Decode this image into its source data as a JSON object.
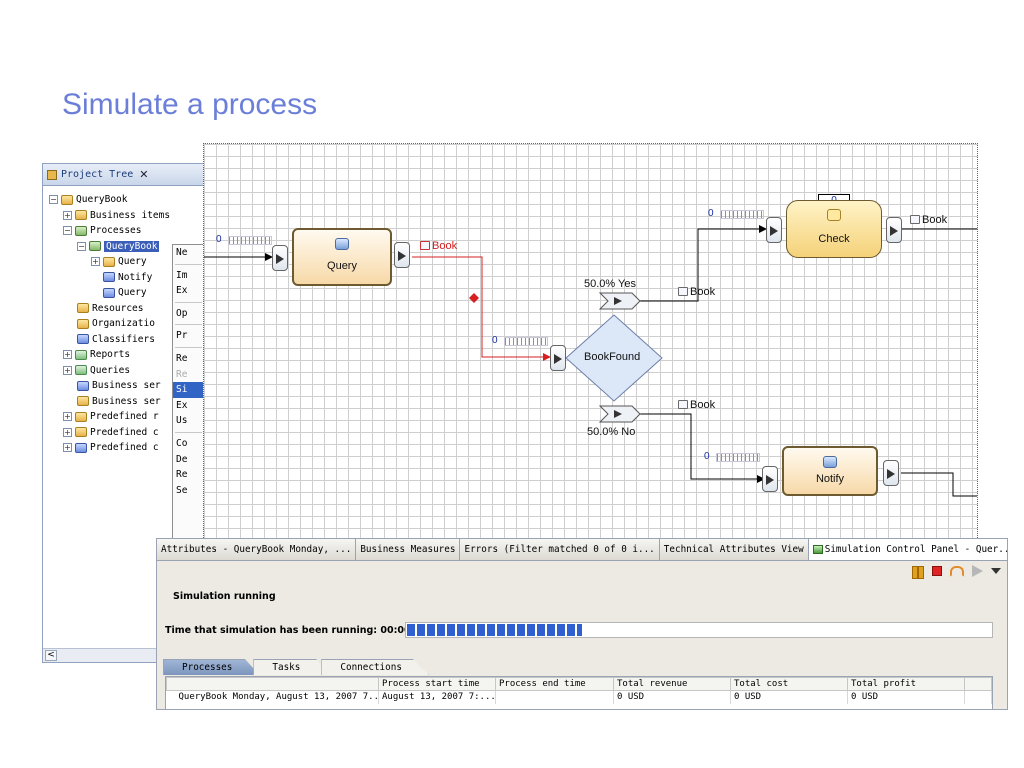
{
  "slide_title": "Simulate a process",
  "project_tree": {
    "tab_label": "Project Tree",
    "close_glyph": "✕",
    "items": [
      {
        "toggle": "−",
        "label": "QueryBook"
      },
      {
        "toggle": "+",
        "label": "Business items"
      },
      {
        "toggle": "−",
        "label": "Processes"
      },
      {
        "toggle": "−",
        "label": "QueryBook"
      },
      {
        "toggle": "+",
        "label": "Query"
      },
      {
        "toggle": "",
        "label": "Notify"
      },
      {
        "toggle": "",
        "label": "Query"
      },
      {
        "toggle": "",
        "label": "Resources"
      },
      {
        "toggle": "",
        "label": "Organizatio"
      },
      {
        "toggle": "",
        "label": "Classifiers"
      },
      {
        "toggle": "+",
        "label": "Reports"
      },
      {
        "toggle": "+",
        "label": "Queries"
      },
      {
        "toggle": "",
        "label": "Business ser"
      },
      {
        "toggle": "",
        "label": "Business ser"
      },
      {
        "toggle": "+",
        "label": "Predefined r"
      },
      {
        "toggle": "+",
        "label": "Predefined c"
      },
      {
        "toggle": "+",
        "label": "Predefined c"
      }
    ],
    "scroll_left_glyph": "<"
  },
  "context_menu": {
    "items": [
      "Ne",
      "Im",
      "Ex",
      "Op",
      "Pr",
      "Re",
      "Re",
      "Si",
      "Ex",
      "Us",
      "Co",
      "De",
      "Re",
      "Se"
    ]
  },
  "diagram": {
    "query_task": "Query",
    "check_task": "Check",
    "check_counter": "0",
    "notify_task": "Notify",
    "decision": "BookFound",
    "yes_branch": "50.0% Yes",
    "no_branch": "50.0% No",
    "book_label": "Book",
    "counter_zero": "0"
  },
  "bottom_panel": {
    "tabs": [
      "Attributes - QueryBook Monday, ...",
      "Business Measures",
      "Errors (Filter matched 0 of 0 i...",
      "Technical Attributes View",
      "Simulation Control Panel - Quer..."
    ],
    "tab_close_glyph": "☒",
    "minimize_glyph": "−",
    "status_title": "Simulation running",
    "runtime_label": "Time that simulation has been running: 00:00:11",
    "progress": 0.3,
    "sub_tabs": [
      "Processes",
      "Tasks",
      "Connections"
    ],
    "table": {
      "headers": [
        "",
        "Process start time",
        "Process end time",
        "Total revenue",
        "Total cost",
        "Total profit",
        ""
      ],
      "rows": [
        [
          "QueryBook Monday, August 13, 2007 7...",
          "August 13, 2007 7:...",
          "",
          "0 USD",
          "0 USD",
          "0 USD",
          ""
        ]
      ]
    }
  },
  "colors": {
    "title": "#6b7fd8",
    "selection": "#3164c5",
    "active_path": "#d42020",
    "progress": "#2f5fd0"
  }
}
